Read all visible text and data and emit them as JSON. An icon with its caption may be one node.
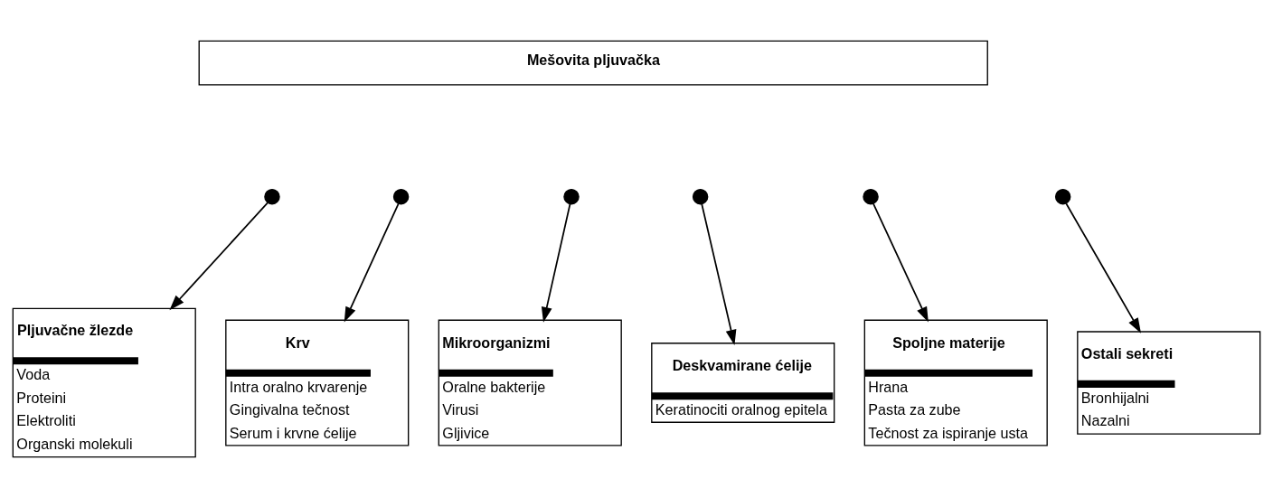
{
  "diagram": {
    "nodes": [
      {
        "text": [
          "Mešovita pljuvačka"
        ]
      },
      {
        "text": [],
        "shape": "circle"
      },
      {
        "text": [],
        "shape": "circle"
      },
      {
        "text": [],
        "shape": "circle"
      },
      {
        "text": [],
        "shape": "circle"
      },
      {
        "text": [],
        "shape": "circle"
      },
      {
        "text": [],
        "shape": "circle"
      },
      {
        "text": [
          "Pljuvačne žlezde",
          "Voda",
          "Proteini",
          "Elektroliti",
          "Organski molekuli"
        ]
      },
      {
        "text": [
          "Krv",
          "Intra oralno krvarenje",
          "Gingivalna tečnost",
          "Serum i krvne ćelije"
        ]
      },
      {
        "text": [
          "Mikroorganizmi",
          "Oralne bakterije",
          "Virusi",
          "Gljivice"
        ]
      },
      {
        "text": [
          "Deskvamirane ćelije",
          "Keratinociti oralnog epitela"
        ]
      },
      {
        "text": [
          "Spoljne materije",
          "Hrana",
          "Pasta za zube",
          "Tečnost za ispiranje usta"
        ]
      },
      {
        "text": [
          "Ostali sekreti",
          "Bronhijalni",
          "Nazalni"
        ]
      }
    ],
    "edges": [
      {
        "from": 1,
        "to": 7,
        "arrow": "to"
      },
      {
        "from": 2,
        "to": 8,
        "arrow": "to"
      },
      {
        "from": 3,
        "to": 9,
        "arrow": "to"
      },
      {
        "from": 4,
        "to": 10,
        "arrow": "to"
      },
      {
        "from": 5,
        "to": 11,
        "arrow": "to"
      },
      {
        "from": 6,
        "to": 12,
        "arrow": "to"
      }
    ]
  }
}
